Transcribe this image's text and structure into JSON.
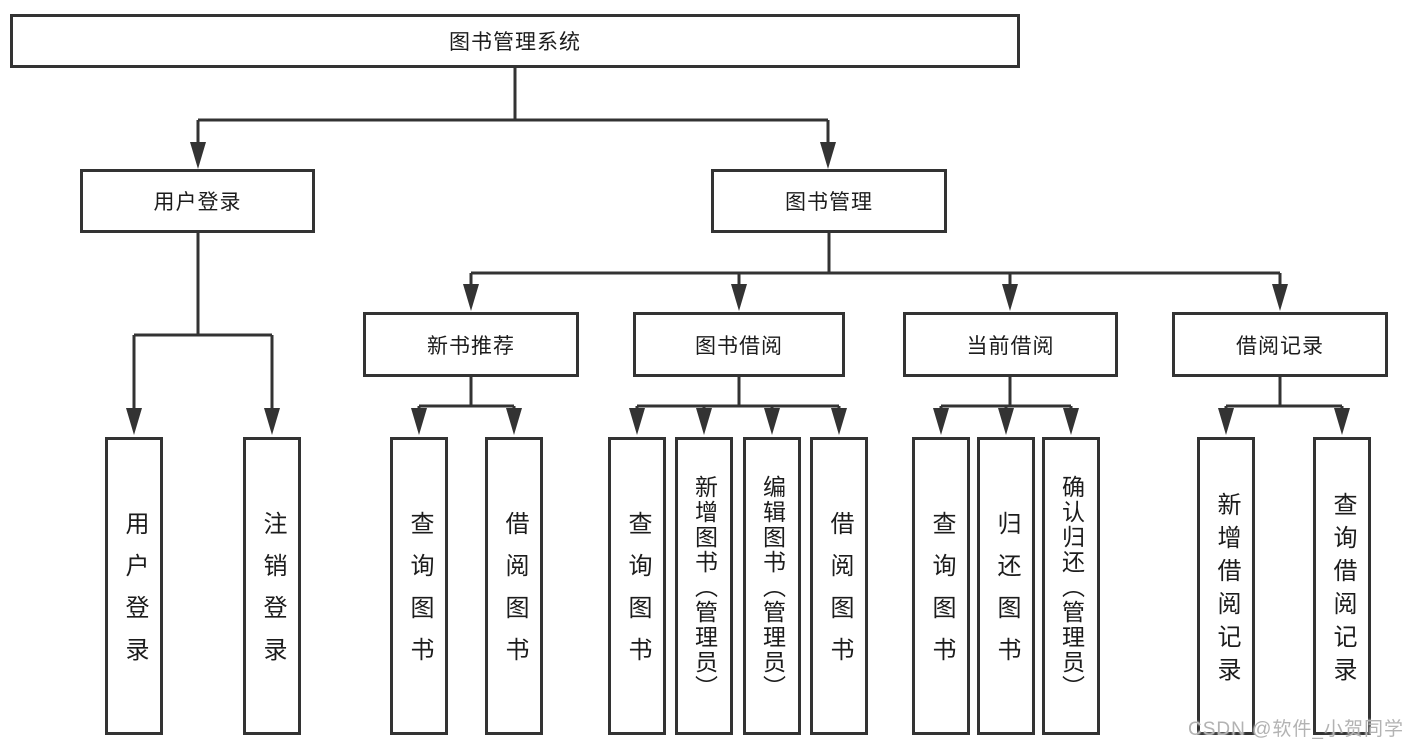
{
  "root": {
    "label": "图书管理系统"
  },
  "branches": {
    "user_login": {
      "label": "用户登录",
      "children": [
        "用户登录",
        "注销登录"
      ]
    },
    "book_mgmt": {
      "label": "图书管理"
    }
  },
  "modules": [
    {
      "label": "新书推荐",
      "children": [
        "查询图书",
        "借阅图书"
      ]
    },
    {
      "label": "图书借阅",
      "children": [
        "查询图书",
        "新增图书（管理员）",
        "编辑图书（管理员）",
        "借阅图书"
      ]
    },
    {
      "label": "当前借阅",
      "children": [
        "查询图书",
        "归还图书",
        "确认归还（管理员）"
      ]
    },
    {
      "label": "借阅记录",
      "children": [
        "新增借阅记录",
        "查询借阅记录"
      ]
    }
  ],
  "watermark": "CSDN @软件_小贺同学",
  "colors": {
    "line": "#333333",
    "text": "#1c1c1c",
    "watermark": "#b3b3b3",
    "background": "#ffffff"
  }
}
